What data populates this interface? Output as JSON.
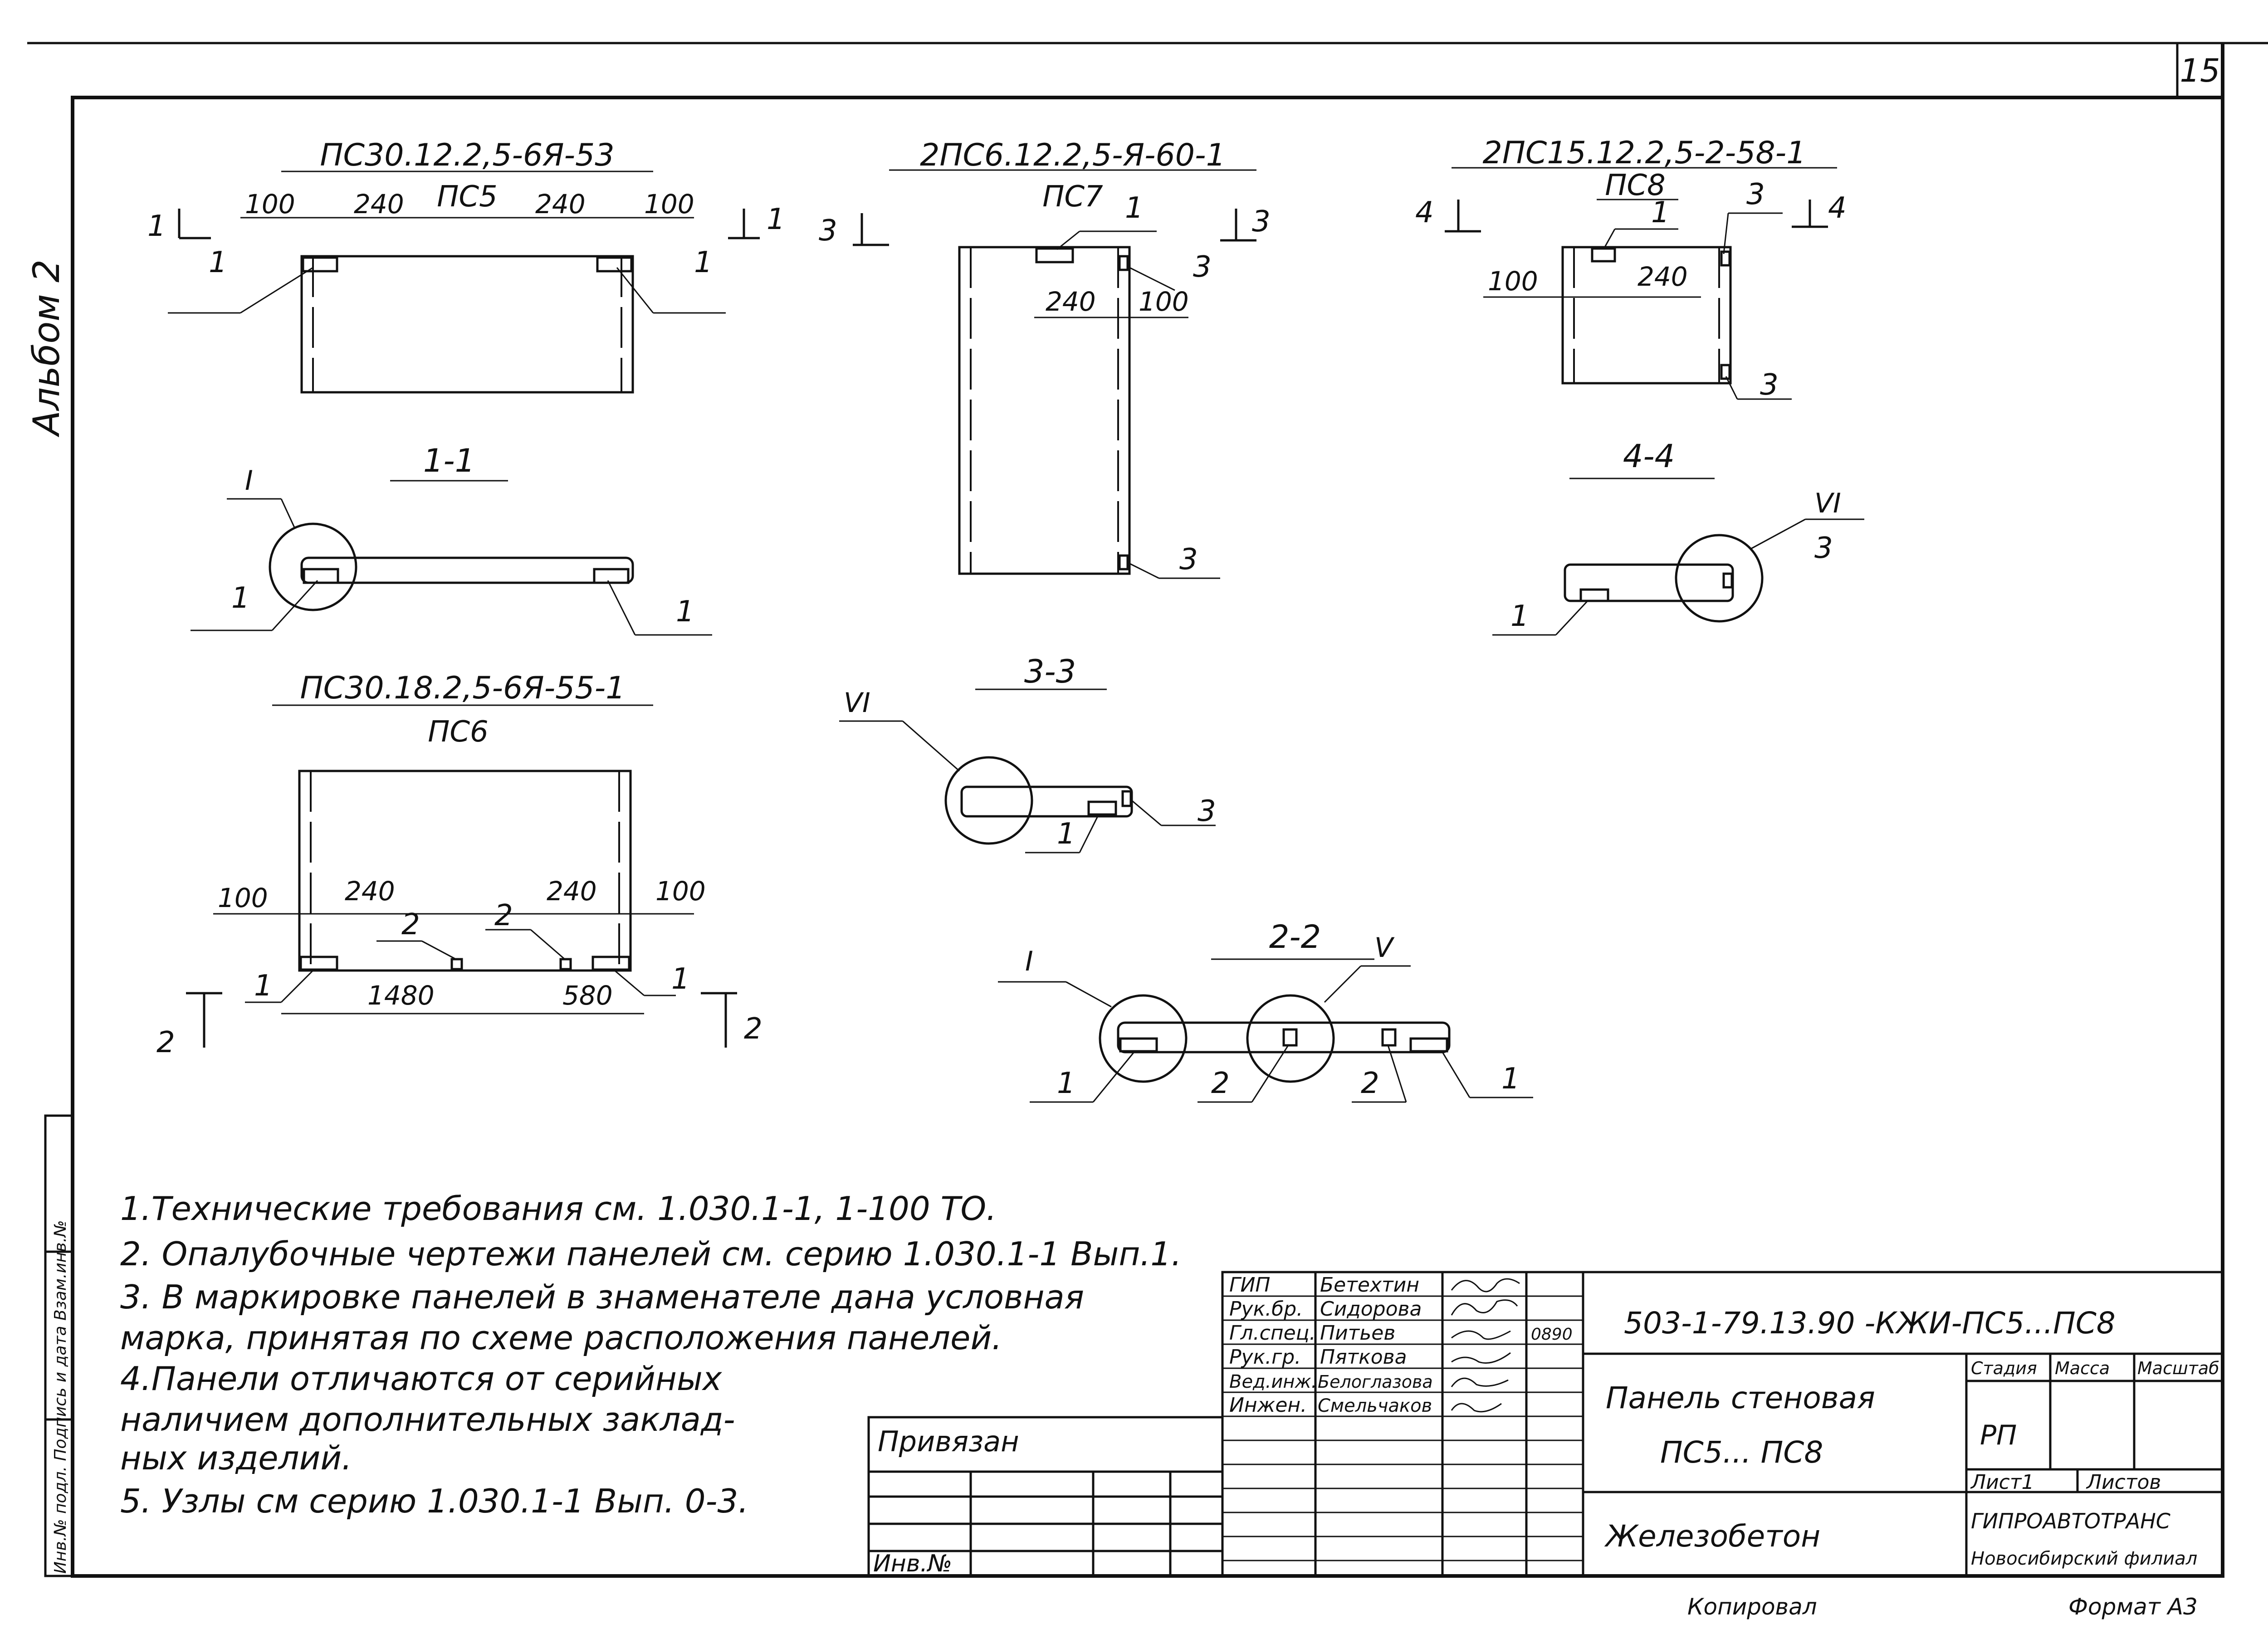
{
  "page_number": "15",
  "album": "Альбом 2",
  "panels": {
    "ps5": {
      "mark": "ПС30.12.2,5-6Я-53",
      "code": "ПС5"
    },
    "ps7": {
      "mark": "2ПС6.12.2,5-Я-60-1",
      "code": "ПС7"
    },
    "ps8": {
      "mark": "2ПС15.12.2,5-2-58-1",
      "code": "ПС8"
    },
    "ps6": {
      "mark": "ПС30.18.2,5-6Я-55-1",
      "code": "ПС6"
    }
  },
  "sections": {
    "s1": "1-1",
    "s2": "2-2",
    "s3": "3-3",
    "s4": "4-4"
  },
  "cut_marks": {
    "c1": "1",
    "c2": "2",
    "c3": "3",
    "c4": "4"
  },
  "dims": {
    "d100": "100",
    "d240": "240",
    "d1480": "1480",
    "d580": "580"
  },
  "callouts": {
    "n1": "1",
    "n2": "2",
    "n3": "3"
  },
  "nodes": {
    "I": "I",
    "V": "V",
    "VI": "VI"
  },
  "notes": [
    "1.Технические требования см. 1.030.1-1, 1-100 ТО.",
    "2. Опалубочные чертежи панелей см. серию 1.030.1-1 Вып.1.",
    "3. В маркировке панелей в знаменателе дана условная",
    "марка, принятая по схеме расположения панелей.",
    "4.Панели отличаются от серийных",
    "наличием дополнительных заклад-",
    "ных изделий.",
    "5. Узлы см серию 1.030.1-1 Вып. 0-3."
  ],
  "side_stamp": "Инв.№ подл. Подпись и дата Взам.инв.№",
  "privyazan": "Привязан",
  "inv_no": "Инв.№",
  "title_block": {
    "document_code": "503-1-79.13.90 -КЖИ-ПС5...ПС8",
    "title_line1": "Панель стеновая",
    "title_line2": "ПС5... ПС8",
    "material": "Железобетон",
    "col_stage": "Стадия",
    "col_mass": "Масса",
    "col_scale": "Масштаб",
    "stage": "РП",
    "sheet": "Лист1",
    "sheets": "Листов",
    "org1": "ГИПРОАВТОТРАНС",
    "org2": "Новосибирский филиал",
    "date": "0890",
    "copied": "Копировал",
    "format": "Формат А3",
    "staff": [
      {
        "role": "ГИП",
        "name": "Бетехтин"
      },
      {
        "role": "Рук.бр.",
        "name": "Сидорова"
      },
      {
        "role": "Гл.спец.",
        "name": "Питьев"
      },
      {
        "role": "Рук.гр.",
        "name": "Пяткова"
      },
      {
        "role": "Вед.инж.",
        "name": "Белоглазова"
      },
      {
        "role": "Инжен.",
        "name": "Смельчаков"
      }
    ]
  }
}
